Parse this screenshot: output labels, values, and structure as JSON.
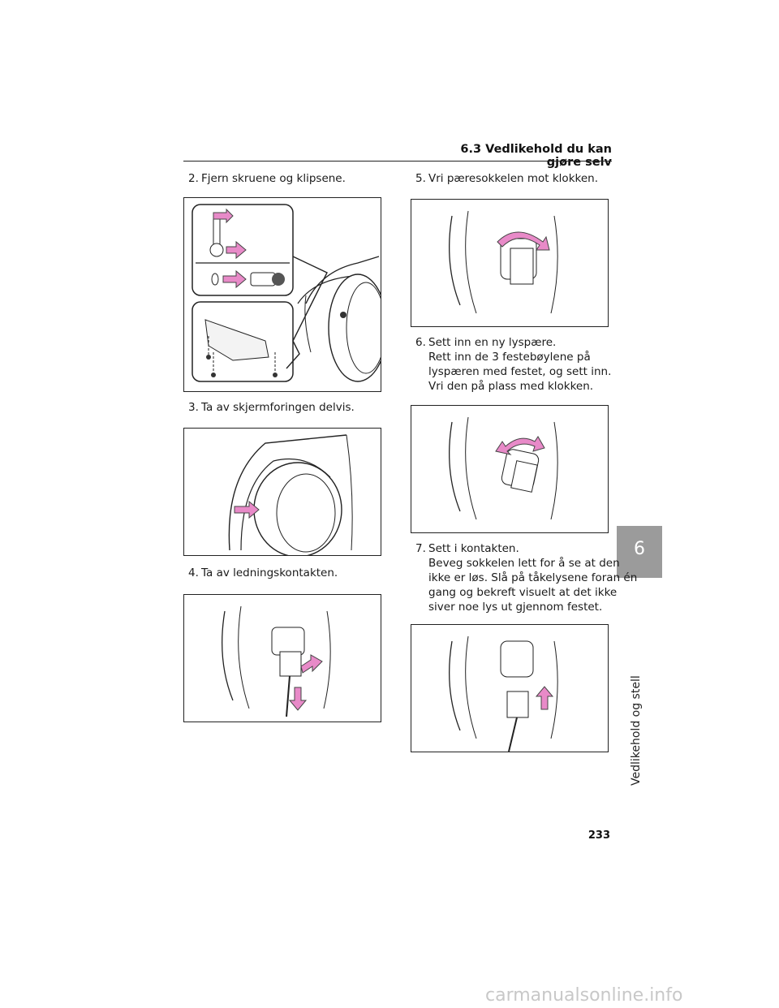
{
  "header": {
    "title": "6.3  Vedlikehold du kan gjøre selv"
  },
  "side_tab": {
    "number": "6",
    "label": "Vedlikehold og stell"
  },
  "steps": [
    {
      "num": "2.",
      "text": "Fjern skruene og klipsene."
    },
    {
      "num": "3.",
      "text": "Ta av skjermforingen delvis."
    },
    {
      "num": "4.",
      "text": "Ta av ledningskontakten."
    },
    {
      "num": "5.",
      "text": "Vri pæresokkelen mot klokken."
    },
    {
      "num": "6.",
      "text": "Sett inn en ny lyspære.",
      "detail": [
        "Rett inn de 3 festebøylene på",
        "lyspæren med festet, og sett inn.",
        "Vri den på plass med klokken."
      ]
    },
    {
      "num": "7.",
      "text": "Sett i kontakten.",
      "detail": [
        "Beveg sokkelen lett for å se at den",
        "ikke er løs. Slå på tåkelysene foran én",
        "gang og bekreft visuelt at det ikke",
        "siver noe lys ut gjennom festet."
      ]
    }
  ],
  "page_number": "233",
  "watermark": "carmanualsonline.info",
  "colors": {
    "arrow": "#e88ac8",
    "arrow_stroke": "#444444",
    "tab": "#9b9b9b"
  }
}
